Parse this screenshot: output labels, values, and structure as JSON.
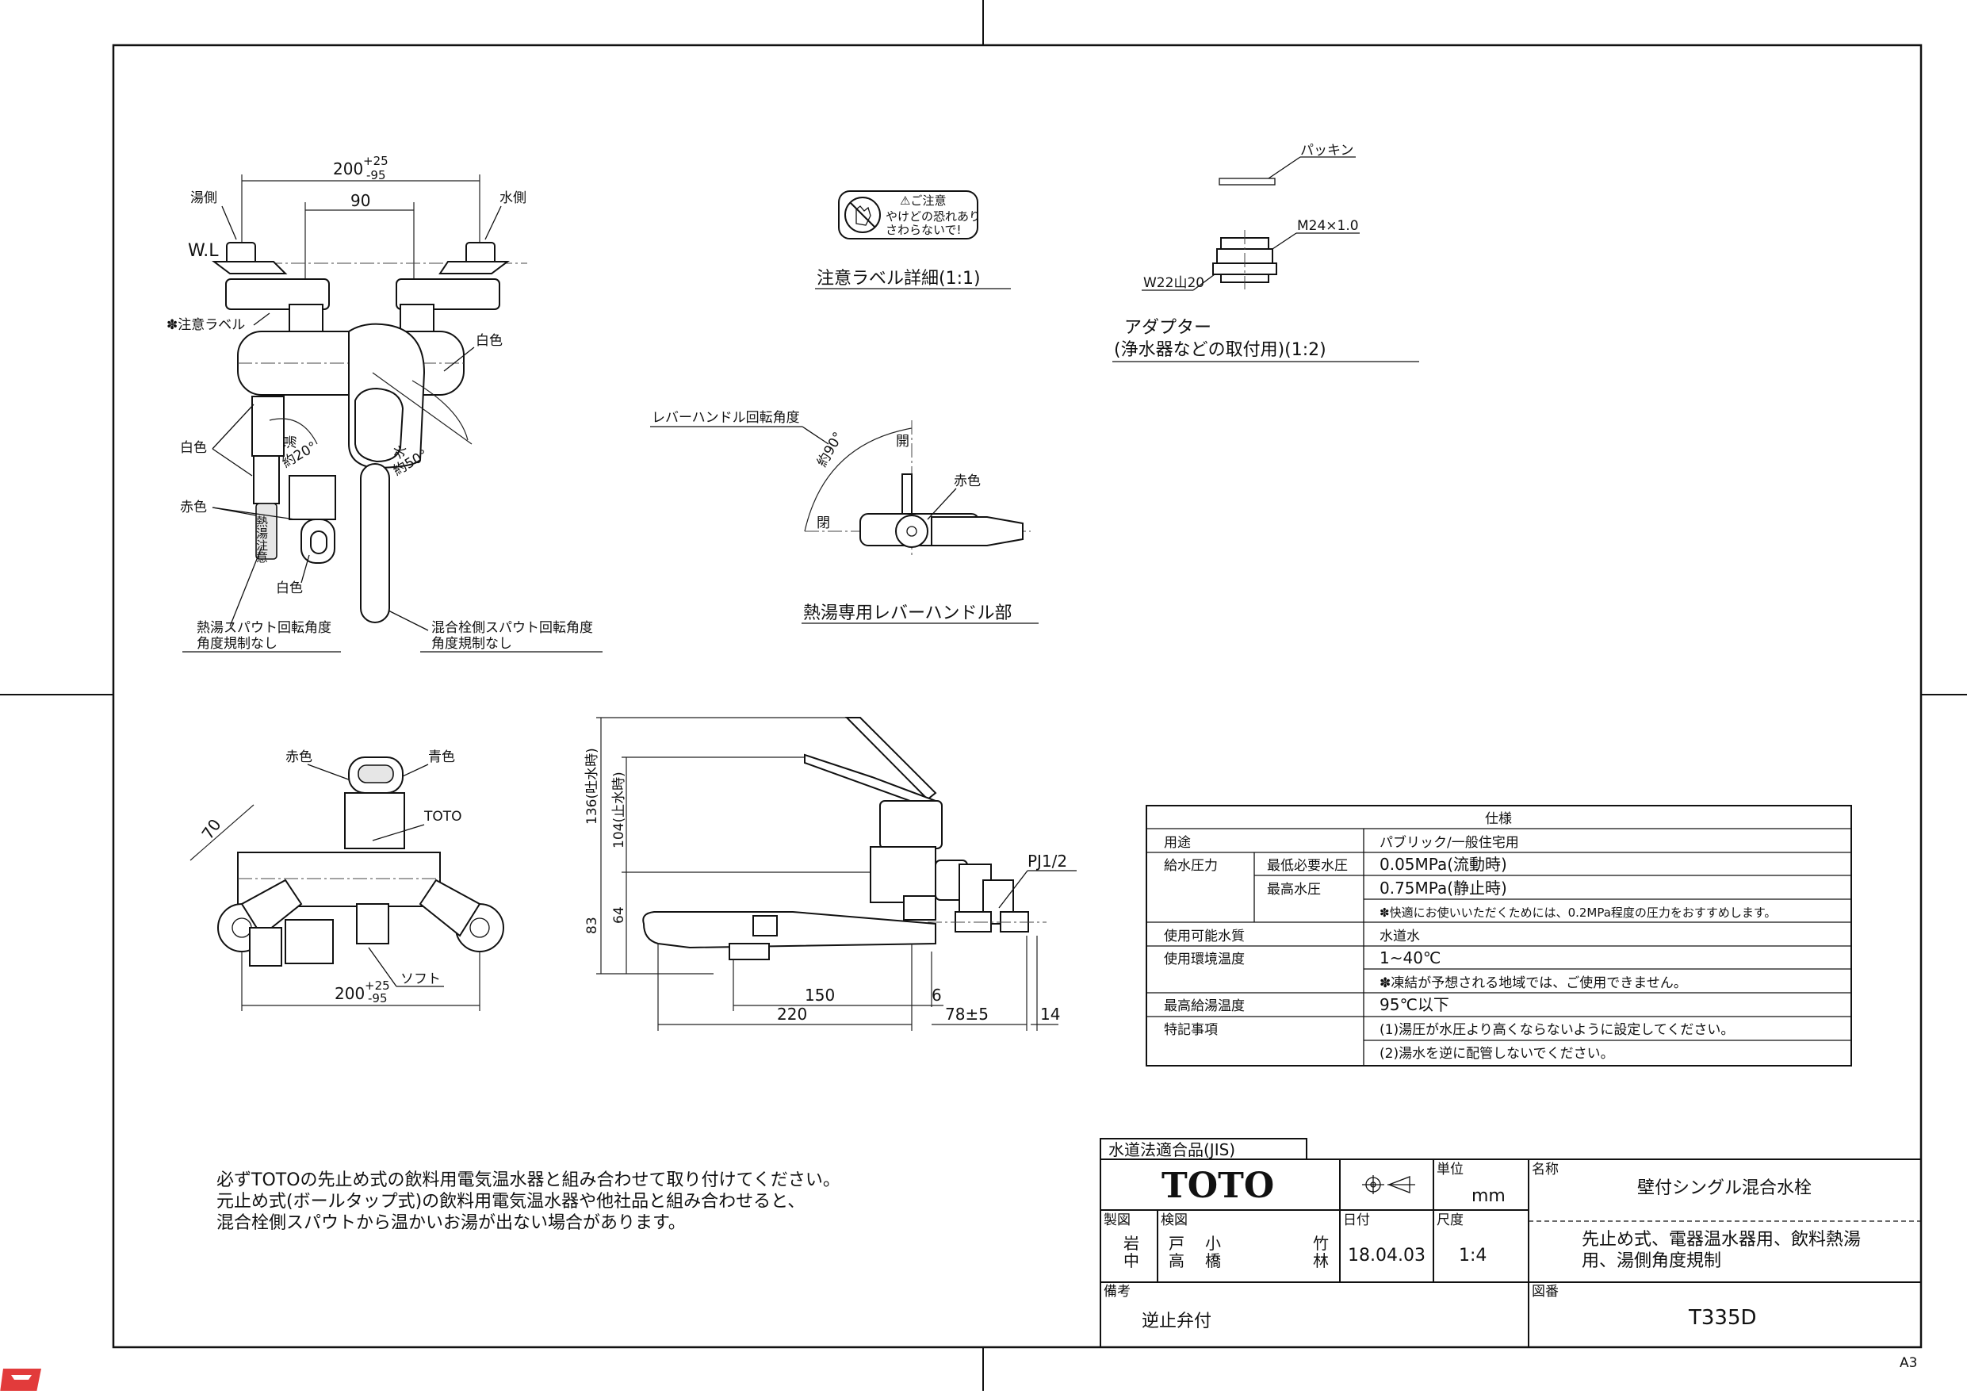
{
  "front_view": {
    "dim_top": "200",
    "dim_top_tol": "+25\n-95",
    "dim_inner": "90",
    "hot_side": "湯側",
    "cold_side": "水側",
    "wl": "W.L",
    "caution_label": "✽注意ラベル",
    "white1": "白色",
    "white2": "白色",
    "white3": "白色",
    "red": "赤色",
    "hot_mark": "湯",
    "hot_angle": "約20°",
    "cold_mark": "水",
    "cold_angle": "約50°",
    "spout_vertical": "熱湯注意",
    "hot_spout_note1": "熱湯スパウト回転角度",
    "hot_spout_note2": "角度規制なし",
    "mix_spout_note1": "混合栓側スパウト回転角度",
    "mix_spout_note2": "角度規制なし"
  },
  "caution_label_detail": {
    "label_title": "⚠ご注意",
    "label_line1": "やけどの恐れあり",
    "label_line2": "さわらないで!",
    "caption": "注意ラベル詳細(1:1)"
  },
  "adapter": {
    "packing": "パッキン",
    "thread": "M24×1.0",
    "w22": "W22山20",
    "caption1": "アダプター",
    "caption2": "(浄水器などの取付用)(1:2)"
  },
  "lever_detail": {
    "rotation_label": "レバーハンドル回転角度",
    "angle": "約90°",
    "open": "開",
    "closed": "閉",
    "red": "赤色",
    "caption": "熱湯専用レバーハンドル部"
  },
  "top_view": {
    "red": "赤色",
    "blue": "青色",
    "toto": "TOTO",
    "dim_70": "70",
    "soft": "ソフト",
    "dim_bottom": "200",
    "dim_bottom_tol": "+25\n-95"
  },
  "side_view": {
    "dim_136": "136(吐水時)",
    "dim_104": "104(止水時)",
    "dim_83": "83",
    "dim_64": "64",
    "pj": "PJ1/2",
    "dim_150": "150",
    "dim_220": "220",
    "dim_6": "6",
    "dim_78": "78±5",
    "dim_14": "14"
  },
  "spec_table": {
    "title": "仕様",
    "rows": [
      {
        "label": "用途",
        "sub": "",
        "value": "パブリック/一般住宅用"
      },
      {
        "label": "給水圧力",
        "sub": "最低必要水圧",
        "value": "0.05MPa(流動時)"
      },
      {
        "label": "",
        "sub": "最高水圧",
        "value": "0.75MPa(静止時)"
      },
      {
        "label": "",
        "sub": "",
        "value": "✽快適にお使いいただくためには、0.2MPa程度の圧力をおすすめします。"
      },
      {
        "label": "使用可能水質",
        "sub": "",
        "value": "水道水"
      },
      {
        "label": "使用環境温度",
        "sub": "",
        "value": "1~40℃"
      },
      {
        "label": "",
        "sub": "",
        "value": "✽凍結が予想される地域では、ご使用できません。"
      },
      {
        "label": "最高給湯温度",
        "sub": "",
        "value": "95℃以下"
      },
      {
        "label": "特記事項",
        "sub": "",
        "value": "(1)湯圧が水圧より高くならないように設定してください。"
      },
      {
        "label": "",
        "sub": "",
        "value": "(2)湯水を逆に配管しないでください。"
      }
    ]
  },
  "note": {
    "line1": "必ずTOTOの先止め式の飲料用電気温水器と組み合わせて取り付けてください。",
    "line2": "元止め式(ボールタップ式)の飲料用電気温水器や他社品と組み合わせると、",
    "line3": "混合栓側スパウトから温かいお湯が出ない場合があります。"
  },
  "title_block": {
    "jis": "水道法適合品(JIS)",
    "logo": "TOTO",
    "unit_label": "単位",
    "unit": "mm",
    "name_label": "名称",
    "name": "壁付シングル混合水栓",
    "drawn_label": "製図",
    "drawn1": "岩",
    "drawn2": "中",
    "checked_label": "検図",
    "checked_a": "戸",
    "checked_b": "小",
    "checked_c": "高",
    "checked_d": "橋",
    "checked_e": "竹",
    "checked_f": "林",
    "date_label": "日付",
    "date": "18.04.03",
    "scale_label": "尺度",
    "scale": "1:4",
    "desc1": "先止め式、電器温水器用、飲料熱湯",
    "desc2": "用、湯側角度規制",
    "remarks_label": "備考",
    "remarks": "逆止弁付",
    "drawing_no_label": "図番",
    "drawing_no": "T335D"
  },
  "sheet": {
    "size": "A3"
  }
}
